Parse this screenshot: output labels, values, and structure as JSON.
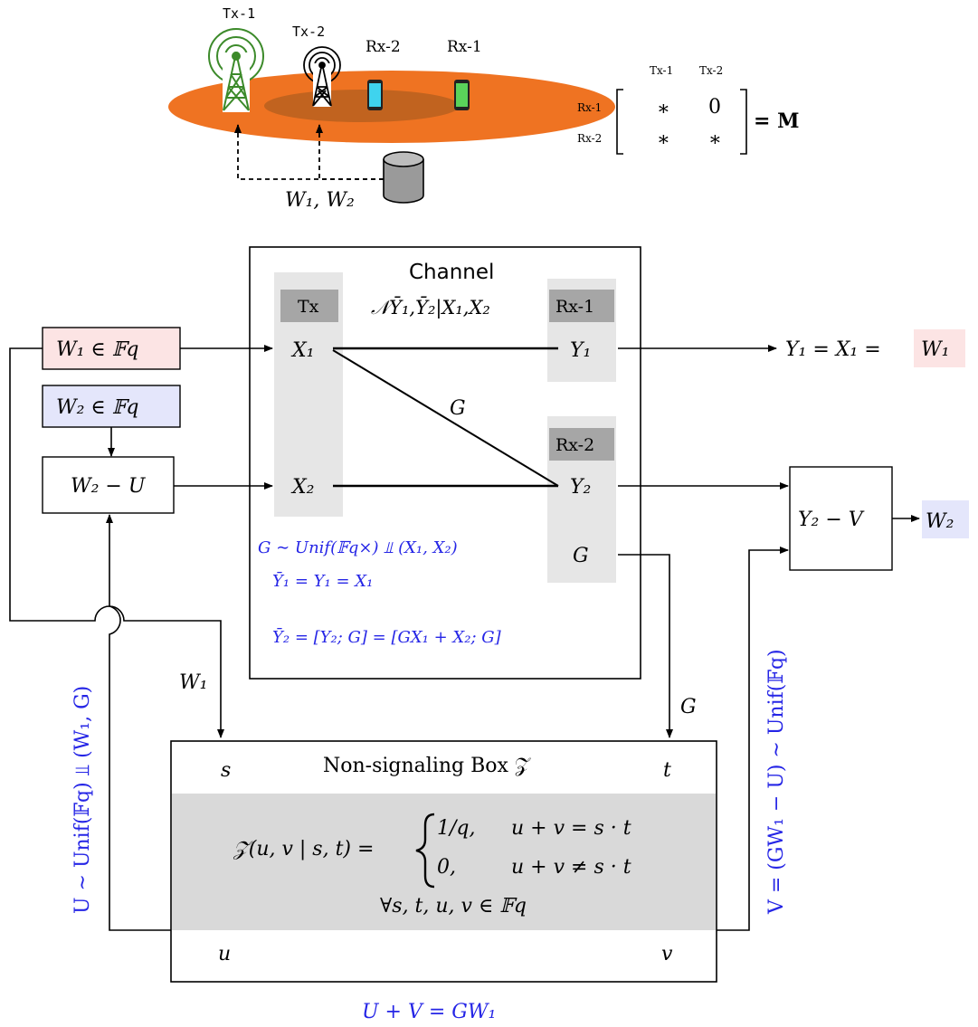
{
  "top": {
    "tx1_label": "Tx-1",
    "tx2_label": "Tx-2",
    "rx2_label": "Rx-2",
    "rx1_label": "Rx-1",
    "messages": "W₁, W₂",
    "colors": {
      "ellipse_outer": "#ef7322",
      "ellipse_inner": "#c1631f",
      "tx1_green": "#3c8a2a",
      "phone_cyan": "#3fd3ee",
      "phone_green": "#5ad35a",
      "db_gray": "#9a9a9a"
    }
  },
  "matrix": {
    "col1": "Tx-1",
    "col2": "Tx-2",
    "row1": "Rx-1",
    "row2": "Rx-2",
    "m11": "∗",
    "m12": "0",
    "m21": "∗",
    "m22": "∗",
    "rhs": "= M"
  },
  "channel": {
    "title": "Channel",
    "kernel": "𝒩Ȳ₁,Ȳ₂|X₁,X₂",
    "tx_header": "Tx",
    "rx1_header": "Rx-1",
    "rx2_header": "Rx-2",
    "x1": "X₁",
    "x2": "X₂",
    "y1": "Y₁",
    "y2": "Y₂",
    "g_out": "G",
    "g_edge": "G",
    "eq1": "G ∼ Unif(𝔽q×) ⫫ (X₁, X₂)",
    "eq2": "Ȳ₁ = Y₁ = X₁",
    "eq3": "Ȳ₂ = [Y₂; G] = [GX₁ + X₂; G]"
  },
  "left": {
    "w1_box": "W₁ ∈ 𝔽q",
    "w2_box": "W₂ ∈ 𝔽q",
    "sub_box": "W₂ − U",
    "w1_label": "W₁",
    "u_label": "U ∼ Unif(𝔽q) ⫫ (W₁, G)"
  },
  "right": {
    "y1_result": "Y₁ = X₁ =",
    "w1_result": "W₁",
    "sub_box": "Y₂ − V",
    "w2_result": "W₂",
    "g_label": "G",
    "v_label": "V = (GW₁ − U) ∼ Unif(𝔽q)"
  },
  "box": {
    "title": "Non-signaling Box 𝒵",
    "s": "s",
    "t": "t",
    "u": "u",
    "v": "v",
    "formula_lhs": "𝒵(u, v | s, t) =",
    "case1_val": "1/q,",
    "case1_cond": "u + v = s · t",
    "case2_val": "0,",
    "case2_cond": "u + v ≠ s · t",
    "quantifier": "∀s, t, u, v ∈ 𝔽q",
    "bottom_eq": "U + V = GW₁"
  }
}
